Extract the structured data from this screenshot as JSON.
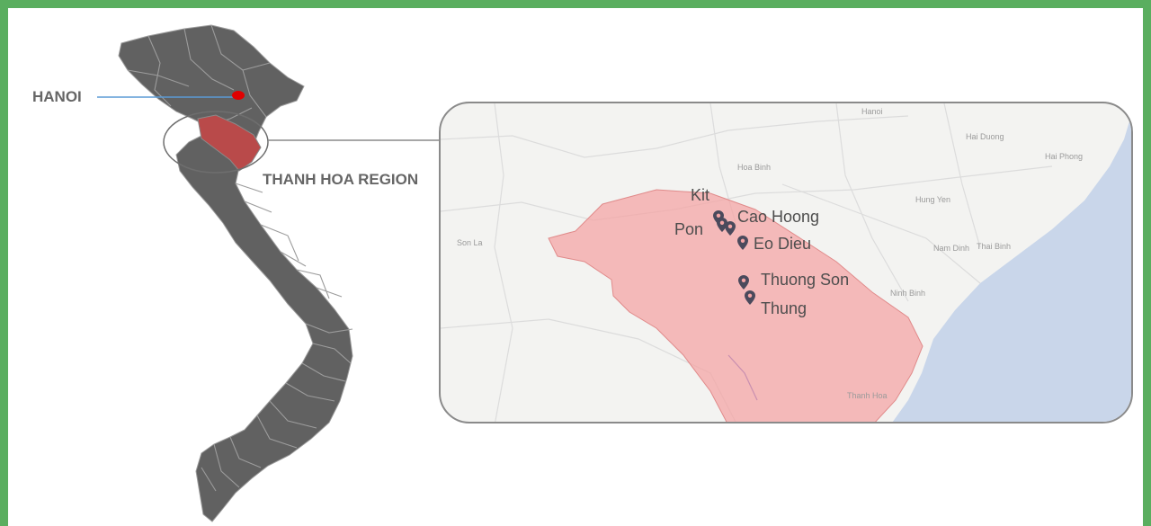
{
  "callouts": {
    "capital": "HANOI",
    "region": "THANH HOA REGION"
  },
  "inset_map": {
    "sites": [
      {
        "name": "Kit"
      },
      {
        "name": "Cao Hoong"
      },
      {
        "name": "Pon"
      },
      {
        "name": "Eo Dieu"
      },
      {
        "name": "Thuong Son"
      },
      {
        "name": "Thung"
      }
    ],
    "background_places": [
      {
        "name": "Hanoi"
      },
      {
        "name": "Hai Duong"
      },
      {
        "name": "Hai Phong"
      },
      {
        "name": "Hoa Binh"
      },
      {
        "name": "Hung Yen"
      },
      {
        "name": "Nam Dinh"
      },
      {
        "name": "Thai Binh"
      },
      {
        "name": "Ninh Binh"
      },
      {
        "name": "Thanh Hoa"
      },
      {
        "name": "Son La"
      }
    ]
  },
  "colors": {
    "border": "#5aae5f",
    "country": "#616161",
    "region": "#b94a4a",
    "capital_dot": "#e00000",
    "leader": "#5b9bd5",
    "region_overlay": "#f4a5a5",
    "sea": "#c9d6ea",
    "marker": "#4a4a5c"
  }
}
